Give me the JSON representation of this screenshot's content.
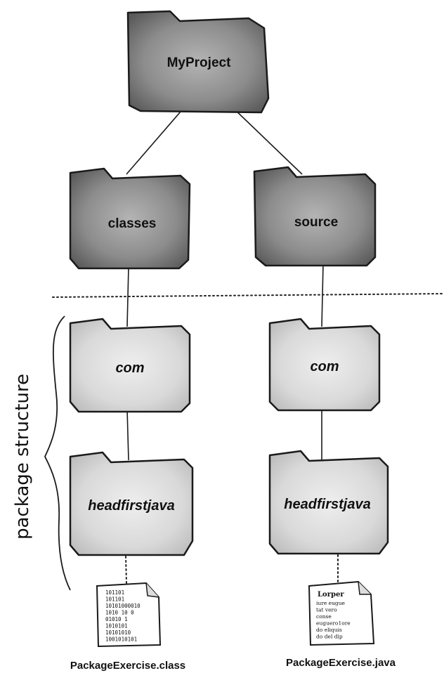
{
  "folders": {
    "root": {
      "label": "MyProject"
    },
    "classes": {
      "label": "classes"
    },
    "source": {
      "label": "source"
    },
    "com_left": {
      "label": "com"
    },
    "com_right": {
      "label": "com"
    },
    "headfirst_left": {
      "label": "headfirstjava"
    },
    "headfirst_right": {
      "label": "headfirstjava"
    }
  },
  "files": {
    "class_file": {
      "name": "PackageExercise.class",
      "lines": [
        "101101",
        "101101",
        "10101000010",
        "1010 10 0",
        "01010  1",
        "1010101",
        "10101010",
        "1001010101"
      ]
    },
    "java_file": {
      "name": "PackageExercise.java",
      "title": "Lorper",
      "lines": [
        "iure eugue",
        "tat vero",
        "conse",
        "euguero1ore",
        "do eliquis",
        "do del dip"
      ]
    }
  },
  "side_label": "package structure",
  "colors": {
    "dark_folder": "#8c8c8c",
    "light_folder": "#e0e0e0",
    "outline": "#1a1a1a"
  }
}
